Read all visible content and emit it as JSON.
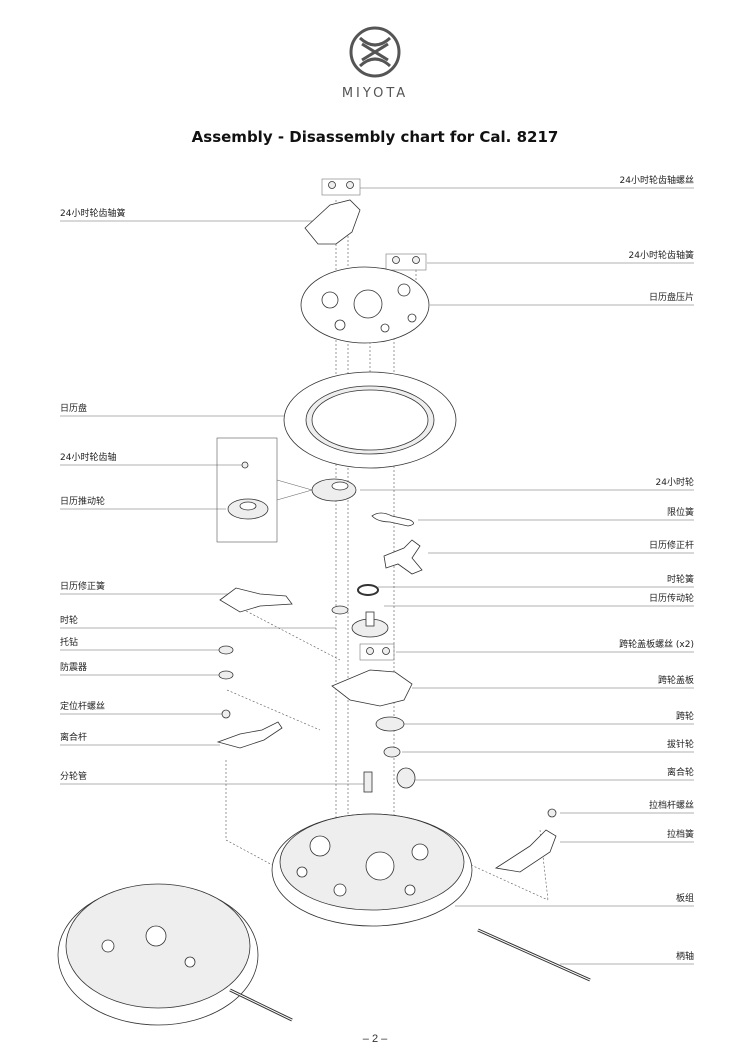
{
  "brand": {
    "name": "MIYOTA"
  },
  "title": "Assembly - Disassembly chart for Cal. 8217",
  "labels_left": [
    "24小时轮齿轴簧",
    "日历盘",
    "24小时轮齿轴",
    "日历推动轮",
    "日历修正簧",
    "时轮",
    "托钻",
    "防震器",
    "定位杆螺丝",
    "离合杆",
    "分轮管"
  ],
  "labels_right": [
    "24小时轮齿轴螺丝",
    "24小时轮齿轴簧",
    "日历盘压片",
    "24小时轮",
    "限位簧",
    "日历修正杆",
    "时轮簧",
    "日历传动轮",
    "跨轮盖板螺丝 (x2)",
    "跨轮盖板",
    "跨轮",
    "拔针轮",
    "离合轮",
    "拉档杆螺丝",
    "拉档簧",
    "板组",
    "柄轴"
  ],
  "page_number": "– 2 –"
}
